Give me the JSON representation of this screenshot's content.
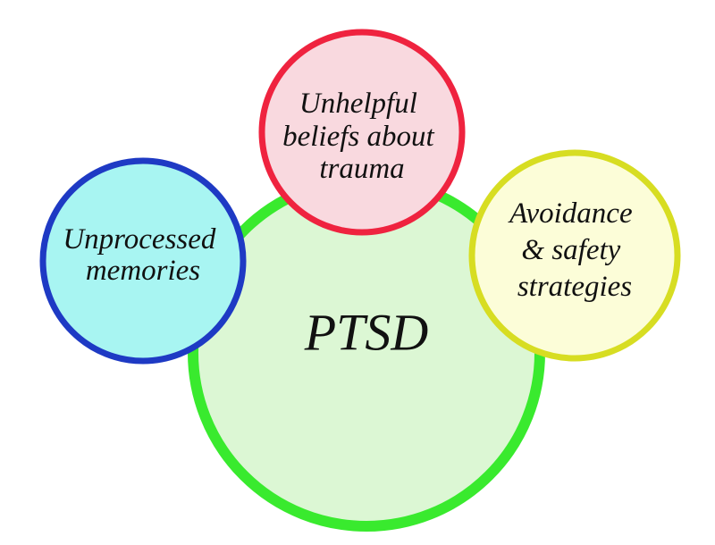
{
  "diagram": {
    "center": {
      "label": "PTSD",
      "fill": "#dcf7d4",
      "stroke": "#39ea2e"
    },
    "nodes": [
      {
        "id": "unhelpful-beliefs",
        "lines": [
          "Unhelpful",
          "beliefs about",
          "trauma"
        ],
        "fill": "#f9d9df",
        "stroke": "#ef233f"
      },
      {
        "id": "unprocessed-memories",
        "lines": [
          "Unprocessed",
          "memories"
        ],
        "fill": "#a8f5f2",
        "stroke": "#1e3ac4"
      },
      {
        "id": "avoidance-safety",
        "lines": [
          "Avoidance",
          "& safety",
          "strategies"
        ],
        "fill": "#fcfdd8",
        "stroke": "#d7dd22"
      }
    ]
  }
}
